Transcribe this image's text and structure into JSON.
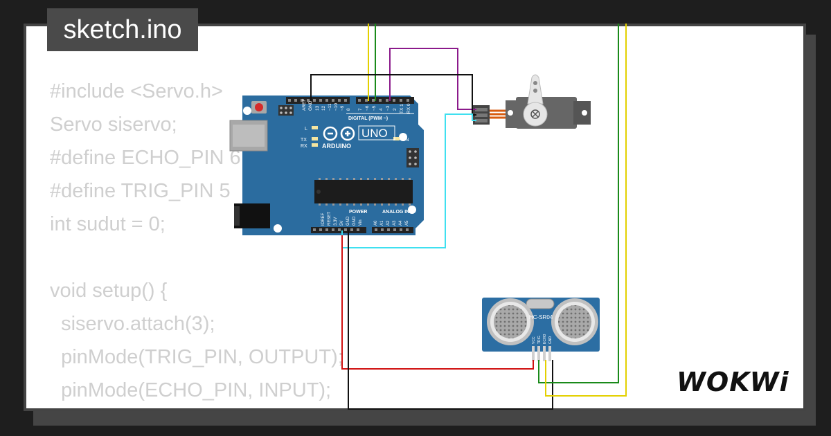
{
  "file": {
    "name": "sketch.ino"
  },
  "code": {
    "lines": [
      "#include <Servo.h>",
      "Servo siservo;",
      "#define ECHO_PIN 6",
      "#define TRIG_PIN 5",
      "int sudut = 0;",
      "",
      "void setup() {",
      "  siservo.attach(3);",
      "  pinMode(TRIG_PIN, OUTPUT);",
      "  pinMode(ECHO_PIN, INPUT);"
    ]
  },
  "arduino": {
    "model": "UNO",
    "brand": "ARDUINO",
    "digital_header": "DIGITAL (PWM ~)",
    "aref": "AREF",
    "gnd": "GND",
    "pins_digital": [
      "13",
      "12",
      "~11",
      "~10",
      "~9",
      "8",
      "7",
      "~6",
      "~5",
      "4",
      "~3",
      "2",
      "TX 1",
      "RX 0"
    ],
    "led_l": "L",
    "led_tx": "TX",
    "led_rx": "RX",
    "led_on": "ON",
    "power_header": "POWER",
    "analog_header": "ANALOG IN",
    "pins_power": [
      "IOREF",
      "RESET",
      "3.3V",
      "5V",
      "GND",
      "GND",
      "Vin"
    ],
    "pins_analog": [
      "A0",
      "A1",
      "A2",
      "A3",
      "A4",
      "A5"
    ],
    "board_color": "#2b6c9f"
  },
  "sensor": {
    "model": "HC-SR04",
    "pins": [
      "VCC",
      "TRIG",
      "ECHO",
      "GND"
    ],
    "board_color": "#2c6ea3"
  },
  "brand": {
    "name": "WOKWi"
  },
  "wire_colors": {
    "yellow": "#e3d000",
    "green": "#1a8a1a",
    "purple": "#8b1a8b",
    "black": "#111111",
    "cyan": "#3fe0f0",
    "red": "#d01010"
  }
}
